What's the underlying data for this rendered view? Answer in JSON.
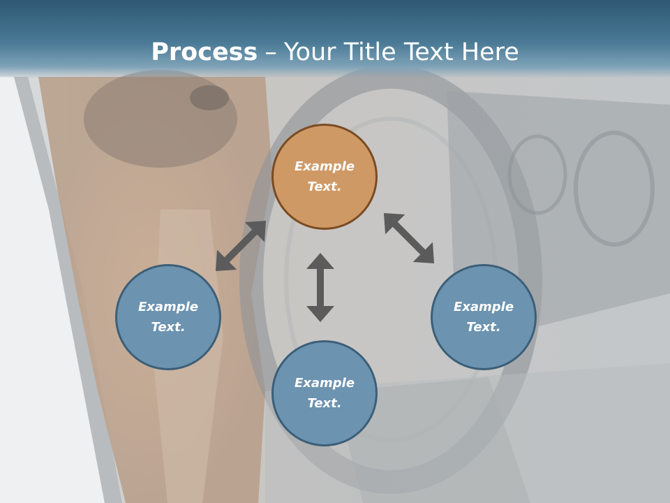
{
  "title": {
    "bold": "Process",
    "separator": "–",
    "rest": "Your Title Text Here"
  },
  "nodes": {
    "top": "Example Text.",
    "left": "Example Text.",
    "bottom": "Example Text.",
    "right": "Example Text."
  },
  "colors": {
    "title_bar": "#2e5873",
    "node_blue": "#6c93b0",
    "node_blue_border": "#3c5f78",
    "node_orange": "#cf9966",
    "node_orange_border": "#7a4b22",
    "arrow": "#5b5b5b"
  }
}
